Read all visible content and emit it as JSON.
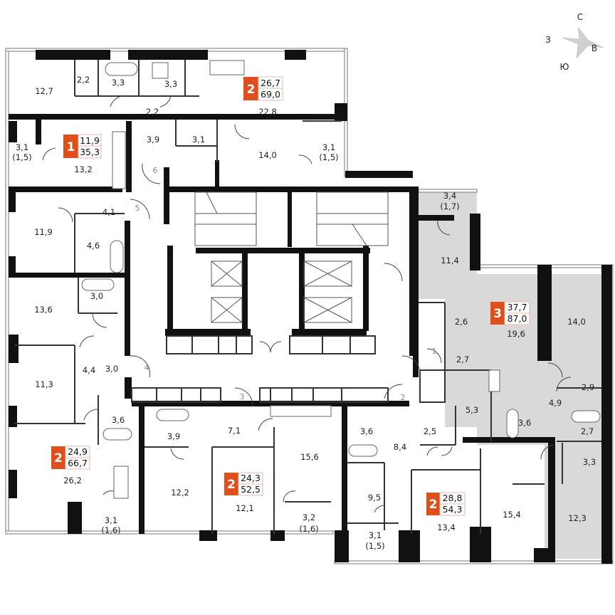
{
  "compass": {
    "north": "С",
    "west": "З",
    "east": "В",
    "south": "Ю"
  },
  "colors": {
    "badge": "#e04e1b",
    "highlight_fill": "#d9d9d9",
    "wall": "#111111"
  },
  "apartments": [
    {
      "id": "apt-1-room",
      "rooms": "1",
      "living_area": "11,9",
      "total_area": "35,3",
      "highlighted": false
    },
    {
      "id": "apt-2-top",
      "rooms": "2",
      "living_area": "26,7",
      "total_area": "69,0",
      "highlighted": false
    },
    {
      "id": "apt-2-left",
      "rooms": "2",
      "living_area": "24,9",
      "total_area": "66,7",
      "highlighted": false
    },
    {
      "id": "apt-2-bottom-center",
      "rooms": "2",
      "living_area": "24,3",
      "total_area": "52,5",
      "highlighted": false
    },
    {
      "id": "apt-2-bottom-right",
      "rooms": "2",
      "living_area": "28,8",
      "total_area": "54,3",
      "highlighted": false
    },
    {
      "id": "apt-3-right",
      "rooms": "3",
      "living_area": "37,7",
      "total_area": "87,0",
      "highlighted": true
    }
  ],
  "rooms": {
    "r127": "12,7",
    "r22a": "2,2",
    "r33a": "3,3",
    "r33b": "3,3",
    "r22b": "2,2",
    "r228": "22,8",
    "r31a": "3,1",
    "r31a_sub": "(1,5)",
    "r132": "13,2",
    "r39a": "3,9",
    "r31b": "3,1",
    "r140a": "14,0",
    "r31c": "3,1",
    "r31c_sub": "(1,5)",
    "r41": "4,1",
    "r119": "11,9",
    "r46": "4,6",
    "r136": "13,6",
    "r30a": "3,0",
    "r44": "4,4",
    "r30b": "3,0",
    "r113": "11,3",
    "r36a": "3,6",
    "r262": "26,2",
    "r31d": "3,1",
    "r31d_sub": "(1,6)",
    "r39b": "3,9",
    "r71": "7,1",
    "r122": "12,2",
    "r121": "12,1",
    "r156": "15,6",
    "r32": "3,2",
    "r32_sub": "(1,6)",
    "r36b": "3,6",
    "r25": "2,5",
    "r84": "8,4",
    "r95": "9,5",
    "r31e": "3,1",
    "r31e_sub": "(1,5)",
    "r134": "13,4",
    "r154": "15,4",
    "r34": "3,4",
    "r34_sub": "(1,7)",
    "r114": "11,4",
    "r26": "2,6",
    "r27a": "2,7",
    "r196": "19,6",
    "r140b": "14,0",
    "r53": "5,3",
    "r36c": "3,6",
    "r49": "4,9",
    "r29": "2,9",
    "r27b": "2,7",
    "r33c": "3,3",
    "r123": "12,3"
  },
  "door_numbers": {
    "d1": "1",
    "d2": "2",
    "d3": "3",
    "d4": "4",
    "d5": "5",
    "d6": "6"
  }
}
